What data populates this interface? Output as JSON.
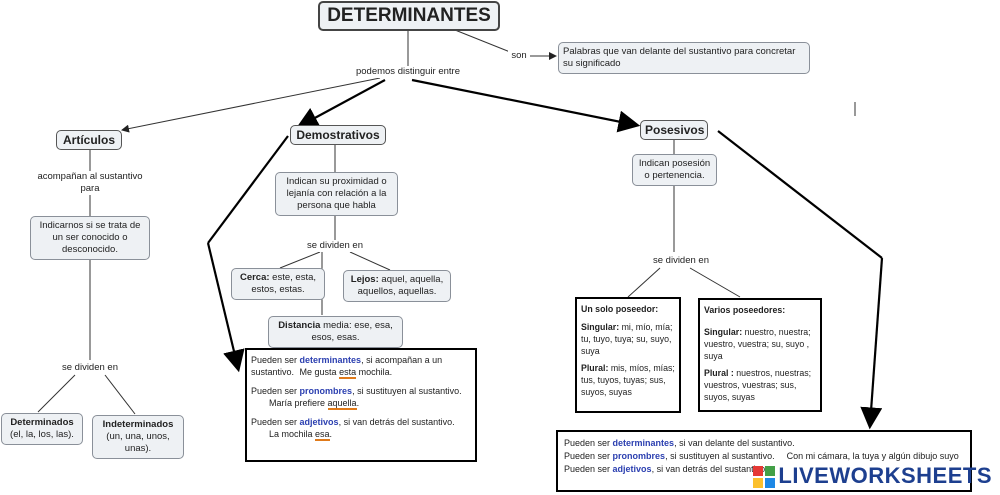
{
  "title": "DETERMINANTES",
  "link_son": "son",
  "definition": "Palabras que van delante del sustantivo  para concretar su significado",
  "link_distinguir": "podemos distinguir entre",
  "articulos": {
    "title": "Artículos",
    "link_acompanan": "acompañan al sustantivo para",
    "desc": "Indicarnos si se trata de un ser conocido o desconocido.",
    "link_dividen": "se dividen en",
    "determinados_label": "Determinados",
    "determinados_items": "(el, la, los, las).",
    "indeterminados_label": "Indeterminados",
    "indeterminados_items": "(un, una, unos, unas)."
  },
  "demostrativos": {
    "title": "Demostrativos",
    "desc": "Indican su proximidad o lejanía con relación a la persona que habla",
    "link_dividen": "se dividen en",
    "cerca_label": "Cerca:",
    "cerca_items": " este, esta, estos, estas.",
    "lejos_label": "Lejos:",
    "lejos_items": " aquel, aquella, aquellos, aquellas.",
    "distancia_label": "Distancia",
    "distancia_items": " media: ese, esa, esos, esas."
  },
  "posesivos": {
    "title": "Posesivos",
    "desc": "Indican posesión o pertenencia.",
    "link_dividen": "se dividen en",
    "uno_title": "Un solo poseedor:",
    "uno_singular_label": "Singular:",
    "uno_singular_items": " mi, mío, mía; tu, tuyo, tuya; su, suyo, suya",
    "uno_plural_label": "Plural:",
    "uno_plural_items": "  mis, míos, mías; tus, tuyos, tuyas; sus, suyos, suyas",
    "varios_title": "Varios poseedores:",
    "varios_singular_label": "Singular:",
    "varios_singular_items": " nuestro, nuestra; vuestro, vuestra; su, suyo , suya",
    "varios_plural_label": "Plural :",
    "varios_plural_items": " nuestros, nuestras; vuestros, vuestras; sus, suyos, suyas"
  },
  "demo_box": {
    "l1_pre": "Pueden ser ",
    "l1_hl": "determinantes",
    "l1_post": ", si acompañan a un sustantivo.",
    "l1_ex_pre": "Me gusta ",
    "l1_ex_u": "esta",
    "l1_ex_post": " mochila.",
    "l2_pre": "Pueden ser ",
    "l2_hl": "pronombres",
    "l2_post": ", si sustituyen al sustantivo.",
    "l2_ex_pre": "María prefiere ",
    "l2_ex_u": "aquella",
    "l2_ex_post": ".",
    "l3_pre": "Pueden ser ",
    "l3_hl": "adjetivos",
    "l3_post": ", si van detrás del sustantivo.",
    "l3_ex_pre": "La mochila ",
    "l3_ex_u": "esa",
    "l3_ex_post": "."
  },
  "pos_box": {
    "l1_pre": "Pueden ser ",
    "l1_hl": "determinantes",
    "l1_post": ", si van delante del sustantivo.",
    "l2_pre": "Pueden ser ",
    "l2_hl": "pronombres",
    "l2_post": ", si sustituyen al sustantivo.",
    "l2_ex": "Con mi cámara, la tuya y algún dibujo suyo",
    "l3_pre": "Pueden ser ",
    "l3_hl": "adjetivos",
    "l3_post": ", si van detrás del sustantivo."
  },
  "watermark": "LIVEWORKSHEETS",
  "colors": {
    "node_bg": "#eef1f4",
    "highlight": "#2b3fb0",
    "underline": "#e07a1a"
  }
}
